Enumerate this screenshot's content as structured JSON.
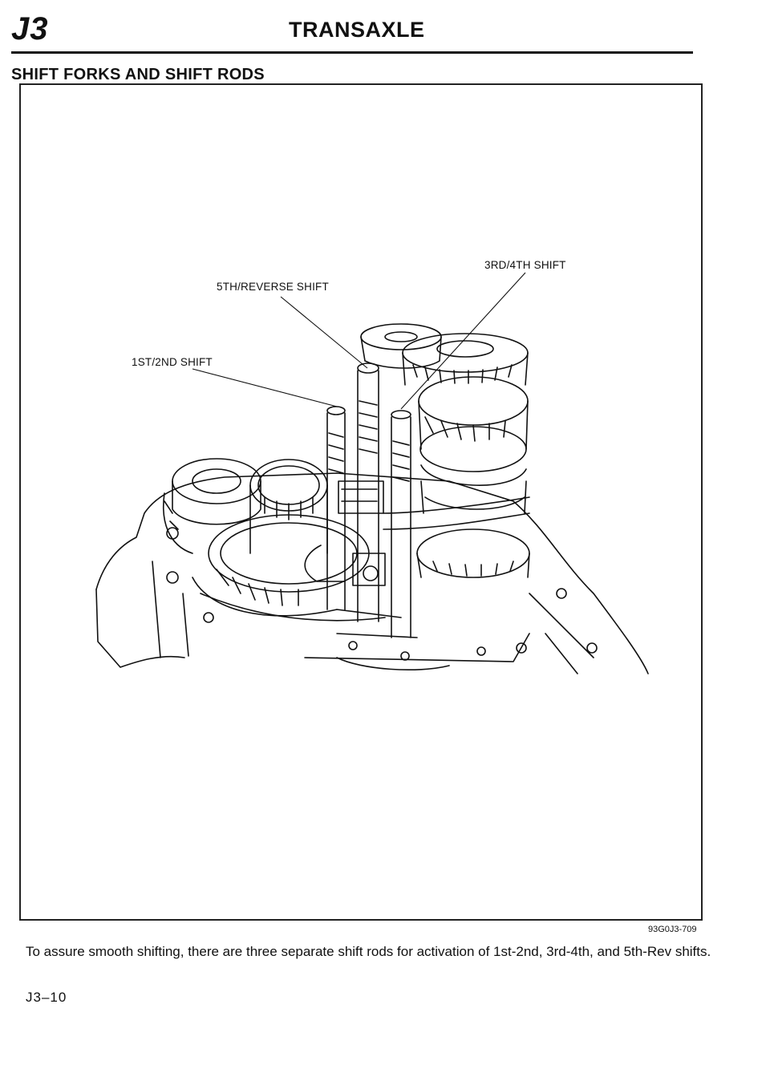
{
  "header": {
    "section_code": "J3",
    "title": "TRANSAXLE"
  },
  "section": {
    "title": "SHIFT FORKS AND SHIFT RODS"
  },
  "figure": {
    "callouts": {
      "third_fourth": "3RD/4TH SHIFT",
      "fifth_reverse": "5TH/REVERSE SHIFT",
      "first_second": "1ST/2ND SHIFT"
    },
    "figure_code": "93G0J3-709"
  },
  "caption": "To assure smooth shifting, there are three separate shift rods for activation of 1st-2nd, 3rd-4th, and 5th-Rev shifts.",
  "footer": {
    "page_number": "J3–10"
  },
  "colors": {
    "ink": "#111111",
    "paper": "#ffffff"
  }
}
